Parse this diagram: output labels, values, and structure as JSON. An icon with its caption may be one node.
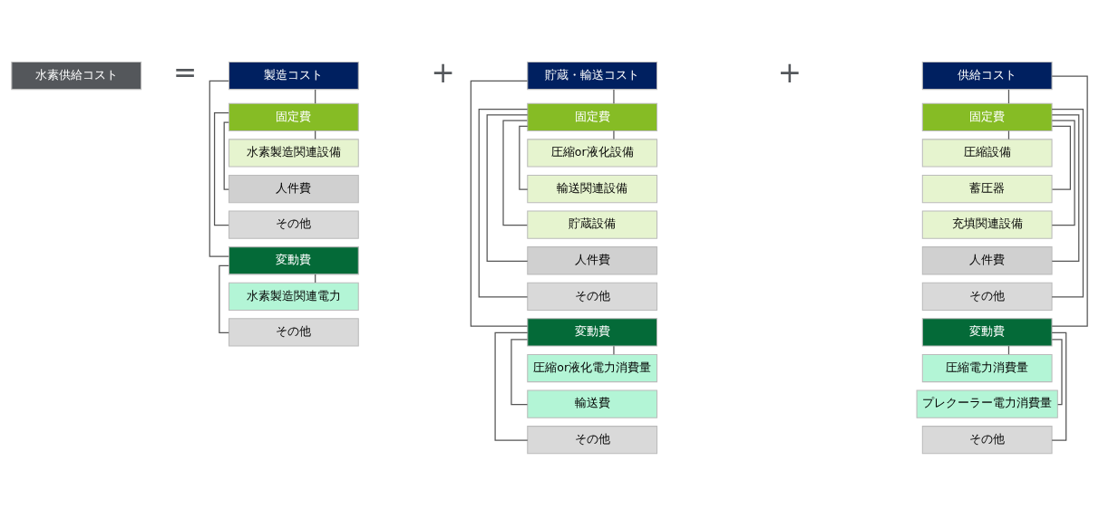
{
  "diagram": {
    "nodes": [
      {
        "text": [
          "水素供給コスト"
        ]
      },
      {
        "text": [
          "製造コスト"
        ]
      },
      {
        "text": [
          "固定費"
        ]
      },
      {
        "text": [
          "水素製造関連設備"
        ]
      },
      {
        "text": [
          "人件費"
        ]
      },
      {
        "text": [
          "その他"
        ]
      },
      {
        "text": [
          "変動費"
        ]
      },
      {
        "text": [
          "水素製造関連電力"
        ]
      },
      {
        "text": [
          "その他"
        ]
      },
      {
        "text": [
          "貯蔵・輸送コスト"
        ]
      },
      {
        "text": [
          "固定費"
        ]
      },
      {
        "text": [
          "圧縮or液化設備"
        ]
      },
      {
        "text": [
          "輸送関連設備"
        ]
      },
      {
        "text": [
          "貯蔵設備"
        ]
      },
      {
        "text": [
          "人件費"
        ]
      },
      {
        "text": [
          "その他"
        ]
      },
      {
        "text": [
          "変動費"
        ]
      },
      {
        "text": [
          "圧縮or液化電力消費量"
        ]
      },
      {
        "text": [
          "輸送費"
        ]
      },
      {
        "text": [
          "その他"
        ]
      },
      {
        "text": [
          "供給コスト"
        ]
      },
      {
        "text": [
          "固定費"
        ]
      },
      {
        "text": [
          "圧縮設備"
        ]
      },
      {
        "text": [
          "蓄圧器"
        ]
      },
      {
        "text": [
          "充填関連設備"
        ]
      },
      {
        "text": [
          "人件費"
        ]
      },
      {
        "text": [
          "その他"
        ]
      },
      {
        "text": [
          "変動費"
        ]
      },
      {
        "text": [
          "圧縮電力消費量"
        ]
      },
      {
        "text": [
          "プレクーラー電力消費量"
        ]
      },
      {
        "text": [
          "その他"
        ]
      }
    ],
    "edges": [
      {
        "from": 1,
        "to": 2,
        "arrow": "none"
      },
      {
        "from": 1,
        "to": 6,
        "arrow": "none"
      },
      {
        "from": 2,
        "to": 3,
        "arrow": "none"
      },
      {
        "from": 2,
        "to": 4,
        "arrow": "none"
      },
      {
        "from": 2,
        "to": 5,
        "arrow": "none"
      },
      {
        "from": 6,
        "to": 7,
        "arrow": "none"
      },
      {
        "from": 6,
        "to": 8,
        "arrow": "none"
      },
      {
        "from": 9,
        "to": 10,
        "arrow": "none"
      },
      {
        "from": 9,
        "to": 16,
        "arrow": "none"
      },
      {
        "from": 10,
        "to": 11,
        "arrow": "none"
      },
      {
        "from": 10,
        "to": 12,
        "arrow": "none"
      },
      {
        "from": 10,
        "to": 13,
        "arrow": "none"
      },
      {
        "from": 10,
        "to": 14,
        "arrow": "none"
      },
      {
        "from": 10,
        "to": 15,
        "arrow": "none"
      },
      {
        "from": 16,
        "to": 17,
        "arrow": "none"
      },
      {
        "from": 16,
        "to": 18,
        "arrow": "none"
      },
      {
        "from": 16,
        "to": 19,
        "arrow": "none"
      },
      {
        "from": 20,
        "to": 21,
        "arrow": "none"
      },
      {
        "from": 20,
        "to": 27,
        "arrow": "none"
      },
      {
        "from": 21,
        "to": 22,
        "arrow": "none"
      },
      {
        "from": 21,
        "to": 23,
        "arrow": "none"
      },
      {
        "from": 21,
        "to": 24,
        "arrow": "none"
      },
      {
        "from": 21,
        "to": 25,
        "arrow": "none"
      },
      {
        "from": 21,
        "to": 26,
        "arrow": "none"
      },
      {
        "from": 27,
        "to": 28,
        "arrow": "none"
      },
      {
        "from": 27,
        "to": 29,
        "arrow": "none"
      },
      {
        "from": 27,
        "to": 30,
        "arrow": "none"
      }
    ],
    "labels": [
      "=",
      "+",
      "+"
    ]
  }
}
